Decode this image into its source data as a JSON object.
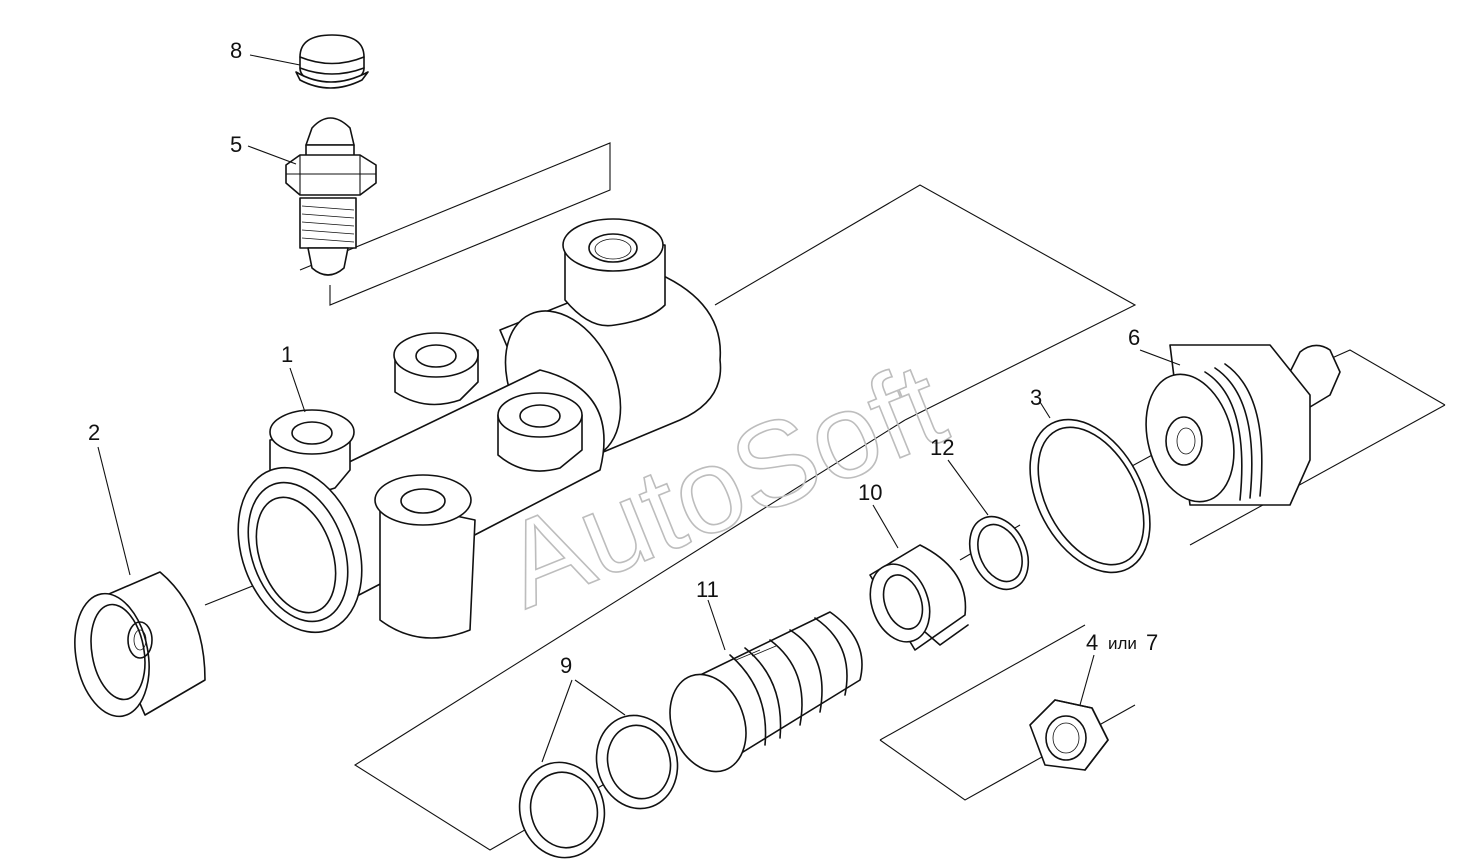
{
  "watermark": "AutoSoft",
  "callouts": {
    "c1": "1",
    "c2": "2",
    "c3": "3",
    "c4": "4",
    "c4_suffix": "или",
    "c4_alt": "7",
    "c5": "5",
    "c6": "6",
    "c8": "8",
    "c9": "9",
    "c10": "10",
    "c11": "11",
    "c12": "12"
  }
}
